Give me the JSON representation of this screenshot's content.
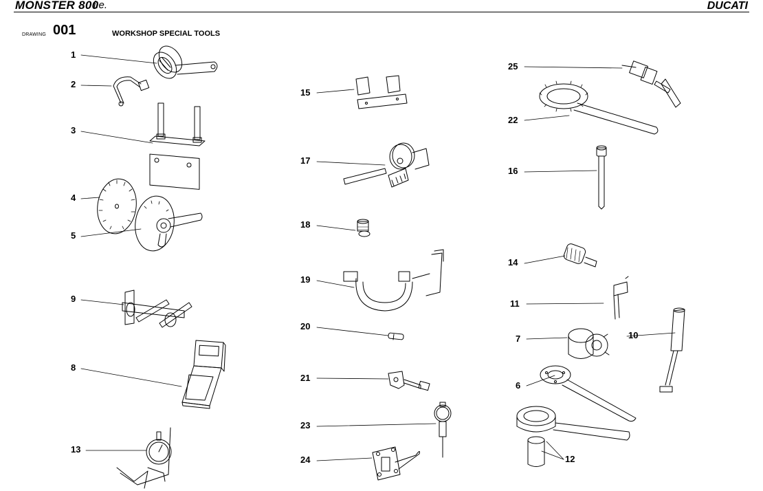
{
  "header": {
    "model": "MONSTER 800",
    "variant": "i.e.",
    "brand": "DUCATI"
  },
  "drawing": {
    "label": "DRAWING",
    "number": "001",
    "title": "WORKSHOP SPECIAL TOOLS"
  },
  "callouts": [
    {
      "id": "c1",
      "label": "1"
    },
    {
      "id": "c2",
      "label": "2"
    },
    {
      "id": "c3",
      "label": "3"
    },
    {
      "id": "c4",
      "label": "4"
    },
    {
      "id": "c5",
      "label": "5"
    },
    {
      "id": "c9",
      "label": "9"
    },
    {
      "id": "c8",
      "label": "8"
    },
    {
      "id": "c13",
      "label": "13"
    },
    {
      "id": "c15",
      "label": "15"
    },
    {
      "id": "c17",
      "label": "17"
    },
    {
      "id": "c18",
      "label": "18"
    },
    {
      "id": "c19",
      "label": "19"
    },
    {
      "id": "c20",
      "label": "20"
    },
    {
      "id": "c21",
      "label": "21"
    },
    {
      "id": "c23",
      "label": "23"
    },
    {
      "id": "c24",
      "label": "24"
    },
    {
      "id": "c25",
      "label": "25"
    },
    {
      "id": "c22",
      "label": "22"
    },
    {
      "id": "c16",
      "label": "16"
    },
    {
      "id": "c14",
      "label": "14"
    },
    {
      "id": "c11",
      "label": "11"
    },
    {
      "id": "c7",
      "label": "7"
    },
    {
      "id": "c10",
      "label": "10"
    },
    {
      "id": "c6",
      "label": "6"
    },
    {
      "id": "c12",
      "label": "12"
    }
  ]
}
